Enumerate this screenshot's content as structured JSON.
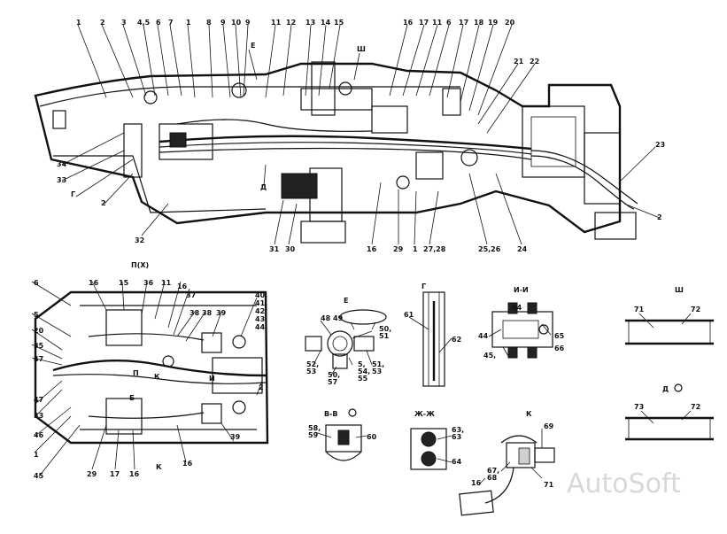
{
  "main_view": {
    "callouts_top": [
      "1",
      "2",
      "3",
      "4,5",
      "6",
      "7",
      "1",
      "8",
      "9",
      "10",
      "9",
      "11",
      "12",
      "13",
      "14",
      "15",
      "16",
      "17",
      "11",
      "6",
      "17",
      "18",
      "19",
      "20",
      "21",
      "22"
    ],
    "callouts_right": [
      "23",
      "2"
    ],
    "callouts_left": [
      "34",
      "33",
      "Г",
      "2",
      "32"
    ],
    "callouts_bottom": [
      "31",
      "30",
      "16",
      "29",
      "1",
      "27,28",
      "25,26",
      "24"
    ],
    "view_marks": [
      "Е",
      "Ш",
      "Д"
    ]
  },
  "plan_view": {
    "title": "П(Х)",
    "callouts_left": [
      "6",
      "5",
      "20",
      "35",
      "47",
      "47",
      "33",
      "46",
      "1",
      "45"
    ],
    "callouts_top": [
      "16",
      "15",
      "36",
      "11",
      "16",
      "37",
      "38",
      "38",
      "39"
    ],
    "callouts_right": [
      "40,",
      "41,",
      "42,",
      "43,",
      "44",
      "2"
    ],
    "callouts_bottom": [
      "29",
      "17",
      "16",
      "39",
      "16"
    ],
    "marks": [
      "К",
      "К",
      "П",
      "И",
      "Б"
    ]
  },
  "details": {
    "e": {
      "title": "Е",
      "labels": [
        "48",
        "49",
        "50,",
        "51",
        "52,",
        "53",
        "50,",
        "57",
        "5,",
        "54,",
        "55",
        "51,",
        "53"
      ]
    },
    "g": {
      "title": "Г",
      "labels": [
        "61",
        "62"
      ]
    },
    "ii": {
      "title": "И-И",
      "labels": [
        "64",
        "65",
        "45,",
        "44",
        "66"
      ]
    },
    "sh": {
      "title": "Ш",
      "labels": [
        "71",
        "72"
      ]
    },
    "bb": {
      "title": "В-В",
      "labels": [
        "58,",
        "59",
        "60"
      ]
    },
    "zhzh": {
      "title": "Ж-Ж",
      "labels": [
        "63,",
        "63",
        "64"
      ]
    },
    "k": {
      "title": "К",
      "labels": [
        "69",
        "67,",
        "68",
        "16",
        "71"
      ]
    },
    "d": {
      "title": "Д",
      "labels": [
        "73",
        "72"
      ]
    }
  },
  "watermark": "AutoSoft"
}
